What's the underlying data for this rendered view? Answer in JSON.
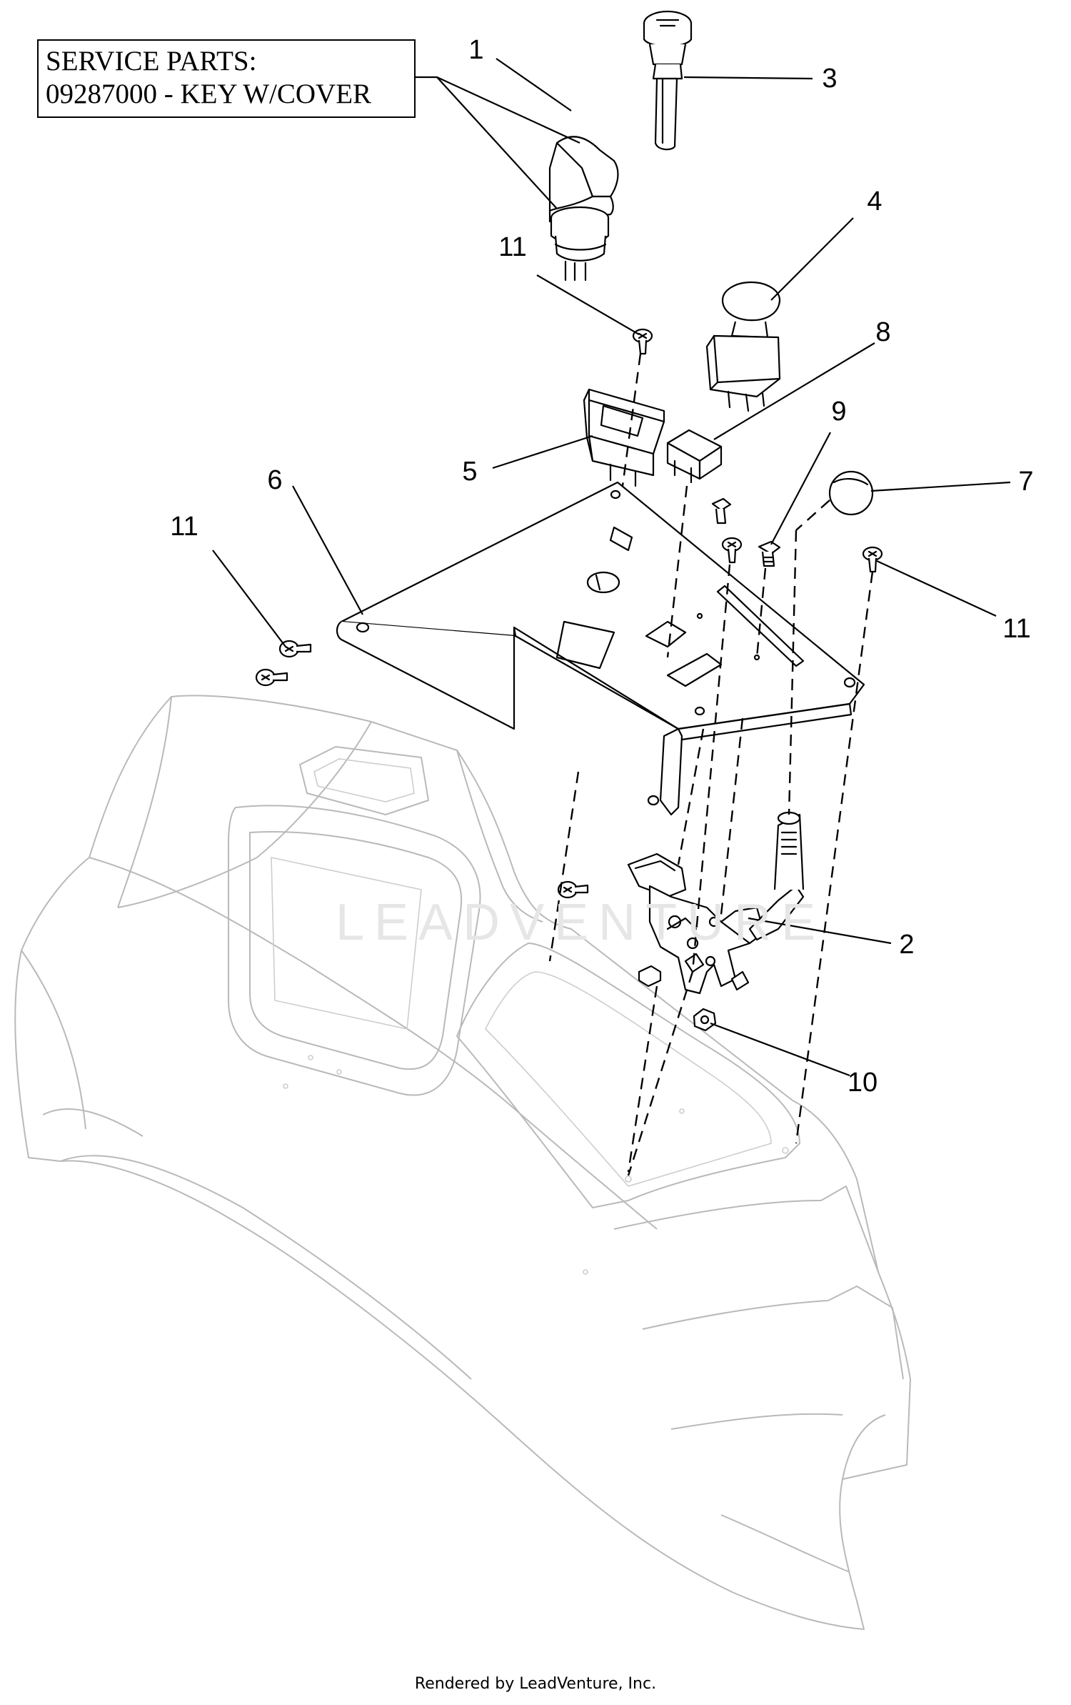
{
  "service_parts": {
    "line1": "SERVICE PARTS:",
    "line2": "09287000 - KEY W/COVER"
  },
  "callouts": [
    "1",
    "2",
    "3",
    "4",
    "5",
    "6",
    "7",
    "8",
    "9",
    "10",
    "11",
    "11",
    "11"
  ],
  "watermark": "LEADVENTURE",
  "footer": "Rendered by LeadVenture, Inc."
}
